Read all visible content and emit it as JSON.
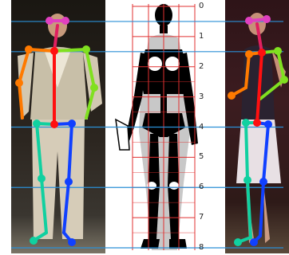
{
  "scale": {
    "ticks": [
      {
        "label": "0",
        "value": 0
      },
      {
        "label": "1",
        "value": 1
      },
      {
        "label": "2",
        "value": 2
      },
      {
        "label": "3",
        "value": 3
      },
      {
        "label": "4",
        "value": 4
      },
      {
        "label": "5",
        "value": 5
      },
      {
        "label": "6",
        "value": 6
      },
      {
        "label": "7",
        "value": 7
      },
      {
        "label": "8",
        "value": 8
      }
    ]
  },
  "colors": {
    "ref_line": "#2a8fd6",
    "grid": "#e03030",
    "skeleton": "#000000",
    "silhouette": "#c8c8c8",
    "head": "#e040c0",
    "neck": "#e02060",
    "spine": "#ff1010",
    "arm_right": "#ff7a00",
    "arm_left": "#80e020",
    "leg_right": "#10d0a0",
    "leg_left": "#1040ff"
  }
}
